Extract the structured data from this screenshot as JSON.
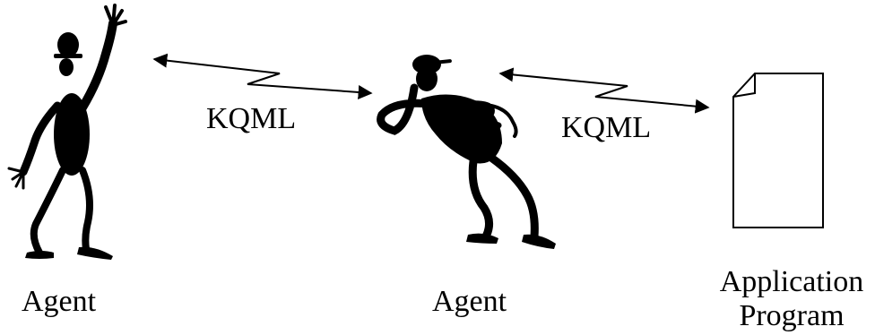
{
  "agents": [
    {
      "label": "Agent"
    },
    {
      "label": "Agent"
    }
  ],
  "links": [
    {
      "protocol": "KQML"
    },
    {
      "protocol": "KQML"
    }
  ],
  "program": {
    "line1": "Application",
    "line2": "Program"
  },
  "colors": {
    "ink": "#000000",
    "paper": "#ffffff"
  }
}
